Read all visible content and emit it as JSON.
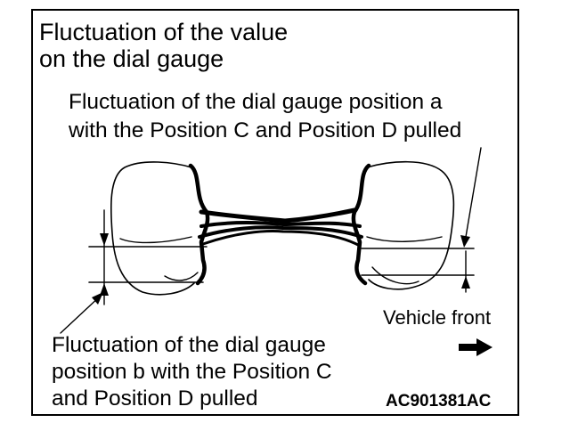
{
  "title": {
    "line1": "Fluctuation of the value",
    "line2": "on the dial gauge"
  },
  "label_a": {
    "line1": "Fluctuation of the dial gauge position a",
    "line2": "with the Position C and Position D pulled"
  },
  "label_b": {
    "line1": "Fluctuation of the dial gauge",
    "line2": "position b with the Position C",
    "line3": "and Position D pulled"
  },
  "vehicle_front": "Vehicle front",
  "figure_code": "AC901381AC",
  "icons": {
    "direction": "arrow-right-icon"
  }
}
